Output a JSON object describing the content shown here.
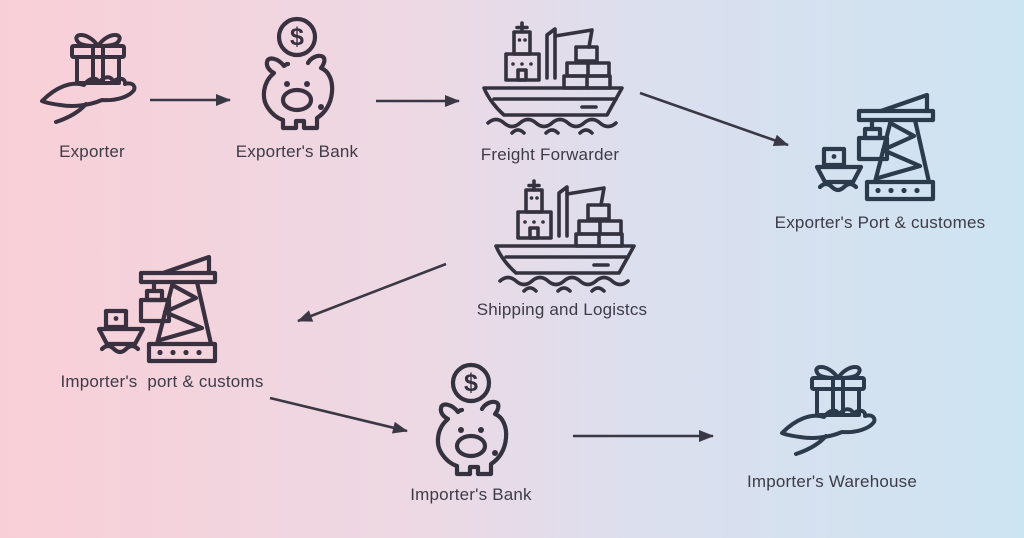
{
  "diagram": {
    "type": "flow-diagram",
    "colors": {
      "background_left": "#f9cfd7",
      "background_right": "#cde4f2",
      "line_art_ink": "#35323f",
      "arrow": "#3b3846",
      "label_text": "#3e3b48"
    },
    "coin_symbol": "$",
    "nodes": [
      {
        "id": "exporter",
        "label": "Exporter",
        "icon": "hand-gift-icon"
      },
      {
        "id": "exporters-bank",
        "label": "Exporter's Bank",
        "icon": "piggy-bank-icon"
      },
      {
        "id": "freight-forwarder",
        "label": "Freight Forwarder",
        "icon": "cargo-ship-icon"
      },
      {
        "id": "exporters-port",
        "label": "Exporter's Port & customes",
        "icon": "port-crane-icon"
      },
      {
        "id": "shipping-logistics",
        "label": "Shipping and Logistcs",
        "icon": "cargo-ship-icon"
      },
      {
        "id": "importers-port",
        "label": "Importer's  port & customs",
        "icon": "port-crane-icon"
      },
      {
        "id": "importers-bank",
        "label": "Importer's Bank",
        "icon": "piggy-bank-icon"
      },
      {
        "id": "importers-warehouse",
        "label": "Importer's Warehouse",
        "icon": "hand-gift-icon"
      }
    ],
    "edges": [
      {
        "from": "exporter",
        "to": "exporters-bank"
      },
      {
        "from": "exporters-bank",
        "to": "freight-forwarder"
      },
      {
        "from": "freight-forwarder",
        "to": "exporters-port"
      },
      {
        "from": "shipping-logistics",
        "to": "importers-port"
      },
      {
        "from": "importers-port",
        "to": "importers-bank"
      },
      {
        "from": "importers-bank",
        "to": "importers-warehouse"
      }
    ]
  }
}
